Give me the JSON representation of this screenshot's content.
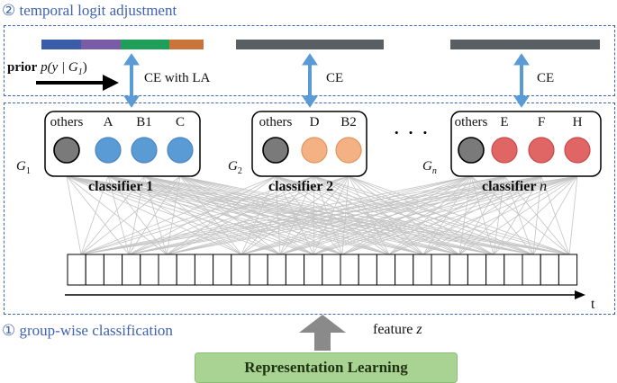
{
  "stage2_label": "② temporal logit adjustment",
  "stage1_label": "① group-wise classification",
  "prior": {
    "bold": "prior",
    "formula": "p(y | G",
    "sub": "1",
    "close": ")"
  },
  "losses": [
    "CE with LA",
    "CE",
    "CE"
  ],
  "ellipsis": "• • •",
  "groups": [
    {
      "name": "G",
      "sub": "1",
      "classifier": "classifier 1",
      "nodes": [
        {
          "label": "others",
          "color": "#7a7a7a"
        },
        {
          "label": "A",
          "color": "#5b9bd5"
        },
        {
          "label": "B1",
          "color": "#5b9bd5"
        },
        {
          "label": "C",
          "color": "#5b9bd5"
        }
      ]
    },
    {
      "name": "G",
      "sub": "2",
      "classifier": "classifier 2",
      "nodes": [
        {
          "label": "others",
          "color": "#7a7a7a"
        },
        {
          "label": "D",
          "color": "#f4b183"
        },
        {
          "label": "B2",
          "color": "#f4b183"
        }
      ]
    },
    {
      "name": "G",
      "sub": "n",
      "classifier_bold": "classifier ",
      "classifier_var": "n",
      "nodes": [
        {
          "label": "others",
          "color": "#7a7a7a"
        },
        {
          "label": "E",
          "color": "#e06666"
        },
        {
          "label": "F",
          "color": "#e06666"
        },
        {
          "label": "H",
          "color": "#e06666"
        }
      ]
    }
  ],
  "feature": {
    "text": "feature ",
    "var": "z"
  },
  "time_axis_label": "t",
  "representation": "Representation Learning",
  "colors": {
    "accent": "#3f62b3",
    "bar_segments": [
      "#3b5ca8",
      "#7a5ca6",
      "#1f9e5a",
      "#c8743a"
    ],
    "gray_bar": "#5a5f63",
    "link": "#5b9bd5"
  }
}
